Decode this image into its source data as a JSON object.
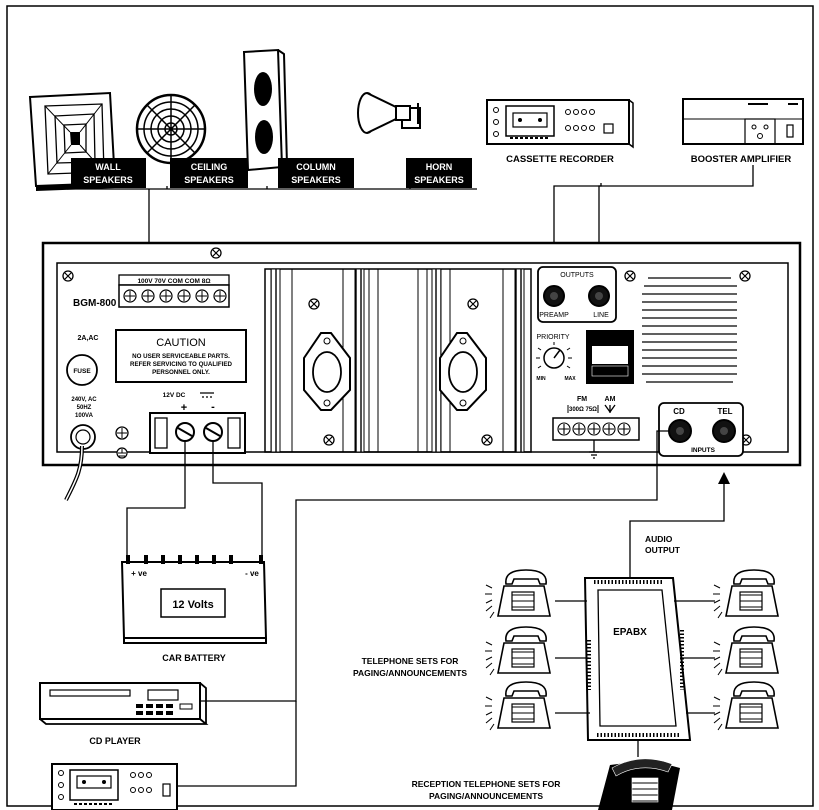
{
  "speakers": {
    "wall": [
      "WALL",
      "SPEAKERS"
    ],
    "ceiling": [
      "CEILING",
      "SPEAKERS"
    ],
    "column": [
      "COLUMN",
      "SPEAKERS"
    ],
    "horn": [
      "HORN",
      "SPEAKERS"
    ]
  },
  "cassette_recorder": "CASSETTE RECORDER",
  "booster_amplifier": "BOOSTER AMPLIFIER",
  "amplifier": {
    "model": "BGM-800",
    "terminals": "100V 70V COM COM 8Ω",
    "fuse_rating": "2A,AC",
    "fuse": "FUSE",
    "mains": [
      "240V, AC",
      "50HZ",
      "100VA"
    ],
    "caution_title": "CAUTION",
    "caution_lines": [
      "NO USER SERVICEABLE PARTS.",
      "REFER SERVICING TO QUALIFIED",
      "PERSONNEL ONLY."
    ],
    "dc_label": "12V DC",
    "dc_plus": "+",
    "dc_minus": "-",
    "outputs": "OUTPUTS",
    "preamp": "PREAMP",
    "line": "LINE",
    "priority": "PRIORITY",
    "priority_min": "MIN",
    "priority_max": "MAX",
    "fm": "FM",
    "fm_impedance": "300Ω 75Ω",
    "am": "AM",
    "inputs": "INPUTS",
    "cd": "CD",
    "tel": "TEL"
  },
  "battery": {
    "plus": "+ ve",
    "minus": "- ve",
    "voltage": "12 Volts",
    "caption": "CAR BATTERY"
  },
  "cd_player": "CD PLAYER",
  "audio_output": [
    "AUDIO",
    "OUTPUT"
  ],
  "epabx": "EPABX",
  "telephone_sets": [
    "TELEPHONE SETS FOR",
    "PAGING/ANNOUNCEMENTS"
  ],
  "reception_sets": [
    "RECEPTION TELEPHONE SETS FOR",
    "PAGING/ANNOUNCEMENTS"
  ]
}
